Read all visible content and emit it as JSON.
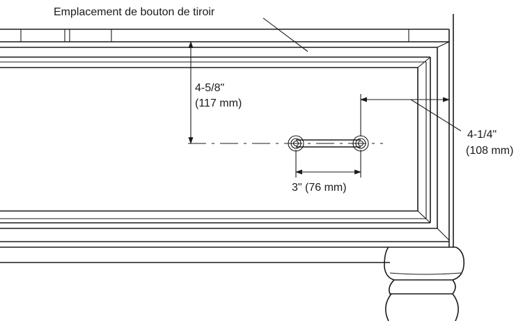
{
  "labels": {
    "knob_location": "Emplacement de bouton de tiroir",
    "vertical_dim_in": "4-5/8\"",
    "vertical_dim_mm": "(117 mm)",
    "horizontal_dim_in": "4-1/4\"",
    "horizontal_dim_mm": "(108 mm)",
    "spacing_dim": "3\" (76 mm)"
  },
  "colors": {
    "line": "#1a1a1a",
    "background": "#ffffff"
  }
}
